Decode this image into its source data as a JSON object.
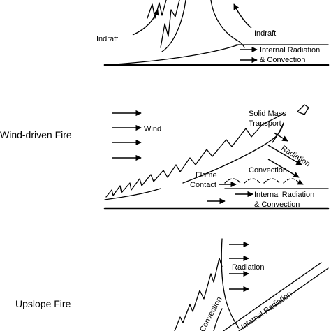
{
  "panels": {
    "plume": {
      "labels": {
        "indraft_left": "Indraft",
        "indraft_right": "Indraft",
        "internal_radiation_1": "Internal Radiation",
        "internal_radiation_2": "& Convection"
      }
    },
    "wind_driven": {
      "title": "Wind-driven Fire",
      "labels": {
        "wind": "Wind",
        "solid_mass_1": "Solid Mass",
        "solid_mass_2": "Transport",
        "radiation": "Radiation",
        "convection": "Convection",
        "flame_1": "Flame",
        "flame_2": "Contact",
        "internal_radiation_1": "Internal Radiation",
        "internal_radiation_2": "& Convection"
      }
    },
    "upslope": {
      "title": "Upslope Fire",
      "labels": {
        "radiation": "Radiation",
        "convection": "Convection",
        "internal_radiation": "Internal Radiation"
      }
    }
  }
}
